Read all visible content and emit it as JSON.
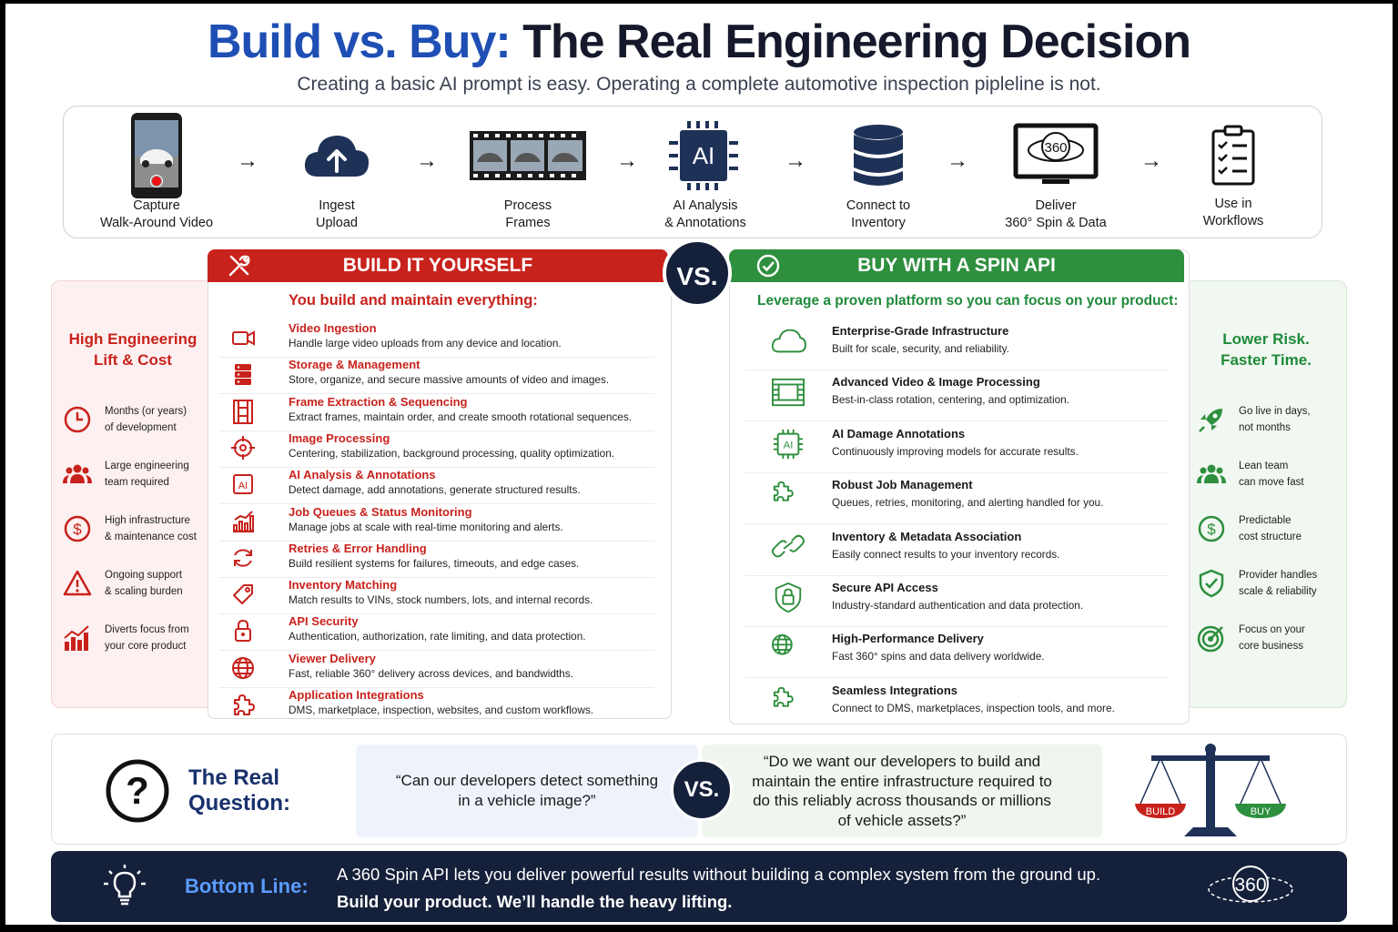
{
  "header": {
    "title_blue": "Build vs. Buy:",
    "title_dark": "The Real Engineering Decision",
    "subtitle": "Creating a basic AI prompt is easy. Operating a complete automotive inspection pipleline is not."
  },
  "pipeline": {
    "arrow": "→",
    "steps": [
      {
        "line1": "Capture",
        "line2": "Walk-Around Video",
        "icon": "phone-video-icon"
      },
      {
        "line1": "Ingest",
        "line2": "Upload",
        "icon": "cloud-upload-icon"
      },
      {
        "line1": "Process",
        "line2": "Frames",
        "icon": "film-frames-icon"
      },
      {
        "line1": "AI Analysis",
        "line2": "& Annotations",
        "icon": "ai-chip-icon",
        "chip_text": "AI"
      },
      {
        "line1": "Connect to",
        "line2": "Inventory",
        "icon": "database-icon"
      },
      {
        "line1": "Deliver",
        "line2": "360° Spin & Data",
        "icon": "monitor-360-icon",
        "badge": "360"
      },
      {
        "line1": "Use in",
        "line2": "Workflows",
        "icon": "clipboard-checklist-icon"
      }
    ]
  },
  "left_side": {
    "heading_line1": "High Engineering",
    "heading_line2": "Lift & Cost",
    "items": [
      {
        "line1": "Months (or years)",
        "line2": "of development",
        "icon": "clock-icon"
      },
      {
        "line1": "Large engineering",
        "line2": "team required",
        "icon": "team-icon"
      },
      {
        "line1": "High infrastructure",
        "line2": "& maintenance cost",
        "icon": "dollar-icon"
      },
      {
        "line1": "Ongoing support",
        "line2": "& scaling burden",
        "icon": "warning-icon"
      },
      {
        "line1": "Diverts focus from",
        "line2": "your core product",
        "icon": "bar-chart-icon"
      }
    ]
  },
  "right_side": {
    "heading_line1": "Lower Risk.",
    "heading_line2": "Faster Time.",
    "items": [
      {
        "line1": "Go live in days,",
        "line2": "not months",
        "icon": "rocket-icon"
      },
      {
        "line1": "Lean team",
        "line2": "can move fast",
        "icon": "team-icon"
      },
      {
        "line1": "Predictable",
        "line2": "cost structure",
        "icon": "dollar-icon"
      },
      {
        "line1": "Provider handles",
        "line2": "scale & reliability",
        "icon": "shield-check-icon"
      },
      {
        "line1": "Focus on your",
        "line2": "core business",
        "icon": "target-icon"
      }
    ]
  },
  "build": {
    "title": "BUILD IT YOURSELF",
    "lead": "You build and maintain everything:",
    "items": [
      {
        "title": "Video Ingestion",
        "desc": "Handle large video uploads from any device and location.",
        "icon": "video-camera-icon"
      },
      {
        "title": "Storage & Management",
        "desc": "Store, organize, and secure massive amounts of video and images.",
        "icon": "server-icon"
      },
      {
        "title": "Frame Extraction & Sequencing",
        "desc": "Extract frames, maintain order, and create smooth rotational sequences.",
        "icon": "film-strip-icon"
      },
      {
        "title": "Image Processing",
        "desc": "Centering, stabilization, background processing, quality optimization.",
        "icon": "crosshair-icon"
      },
      {
        "title": "AI Analysis & Annotations",
        "desc": "Detect damage, add annotations, generate structured results.",
        "icon": "ai-box-icon",
        "chip_text": "AI"
      },
      {
        "title": "Job Queues & Status Monitoring",
        "desc": "Manage jobs at scale with real-time monitoring and alerts.",
        "icon": "signal-chart-icon"
      },
      {
        "title": "Retries & Error Handling",
        "desc": "Build resilient systems for failures, timeouts, and edge cases.",
        "icon": "refresh-icon"
      },
      {
        "title": "Inventory Matching",
        "desc": "Match results to VINs, stock numbers, lots, and internal records.",
        "icon": "tag-icon"
      },
      {
        "title": "API Security",
        "desc": "Authentication, authorization, rate limiting, and data protection.",
        "icon": "padlock-icon"
      },
      {
        "title": "Viewer Delivery",
        "desc": "Fast, reliable 360° delivery across devices, and bandwidths.",
        "icon": "globe-icon"
      },
      {
        "title": "Application Integrations",
        "desc": "DMS, marketplace, inspection, websites, and custom workflows.",
        "icon": "puzzle-icon"
      }
    ]
  },
  "buy": {
    "title": "BUY WITH A SPIN API",
    "lead": "Leverage a proven platform so you can focus on your product:",
    "items": [
      {
        "title": "Enterprise-Grade Infrastructure",
        "desc": "Built for scale, security, and reliability.",
        "icon": "cloud-icon"
      },
      {
        "title": "Advanced Video & Image Processing",
        "desc": "Best-in-class rotation, centering, and optimization.",
        "icon": "film-frame-icon"
      },
      {
        "title": "AI Damage Annotations",
        "desc": "Continuously improving models for accurate results.",
        "icon": "ai-chip-icon",
        "chip_text": "AI"
      },
      {
        "title": "Robust Job Management",
        "desc": "Queues, retries, monitoring, and alerting handled for you.",
        "icon": "puzzle-icon"
      },
      {
        "title": "Inventory & Metadata Association",
        "desc": "Easily connect results to your inventory records.",
        "icon": "link-icon"
      },
      {
        "title": "Secure API Access",
        "desc": "Industry-standard authentication and data protection.",
        "icon": "shield-lock-icon"
      },
      {
        "title": "High-Performance Delivery",
        "desc": "Fast 360° spins and data delivery worldwide.",
        "icon": "globe-icon"
      },
      {
        "title": "Seamless Integrations",
        "desc": "Connect to DMS, marketplaces, inspection tools, and more.",
        "icon": "puzzle-icon"
      }
    ]
  },
  "vs_label": "VS.",
  "question": {
    "icon_text": "?",
    "label_line1": "The Real",
    "label_line2": "Question:",
    "option_a": "“Can our developers detect something in a vehicle image?”",
    "option_b": "“Do we want our developers to build and maintain the entire infrastructure required to do this reliably across thousands or millions of vehicle assets?”",
    "scale_left": "BUILD",
    "scale_right": "BUY"
  },
  "bottom": {
    "label": "Bottom Line:",
    "line1": "A 360 Spin API lets you deliver powerful results without building a complex system from the ground up.",
    "line2": "Build your product. We’ll handle the heavy lifting.",
    "logo_text": "360"
  },
  "colors": {
    "build_red": "#c8221c",
    "buy_green": "#2e8f3e",
    "navy": "#15203a",
    "title_blue": "#1f4fb4"
  }
}
